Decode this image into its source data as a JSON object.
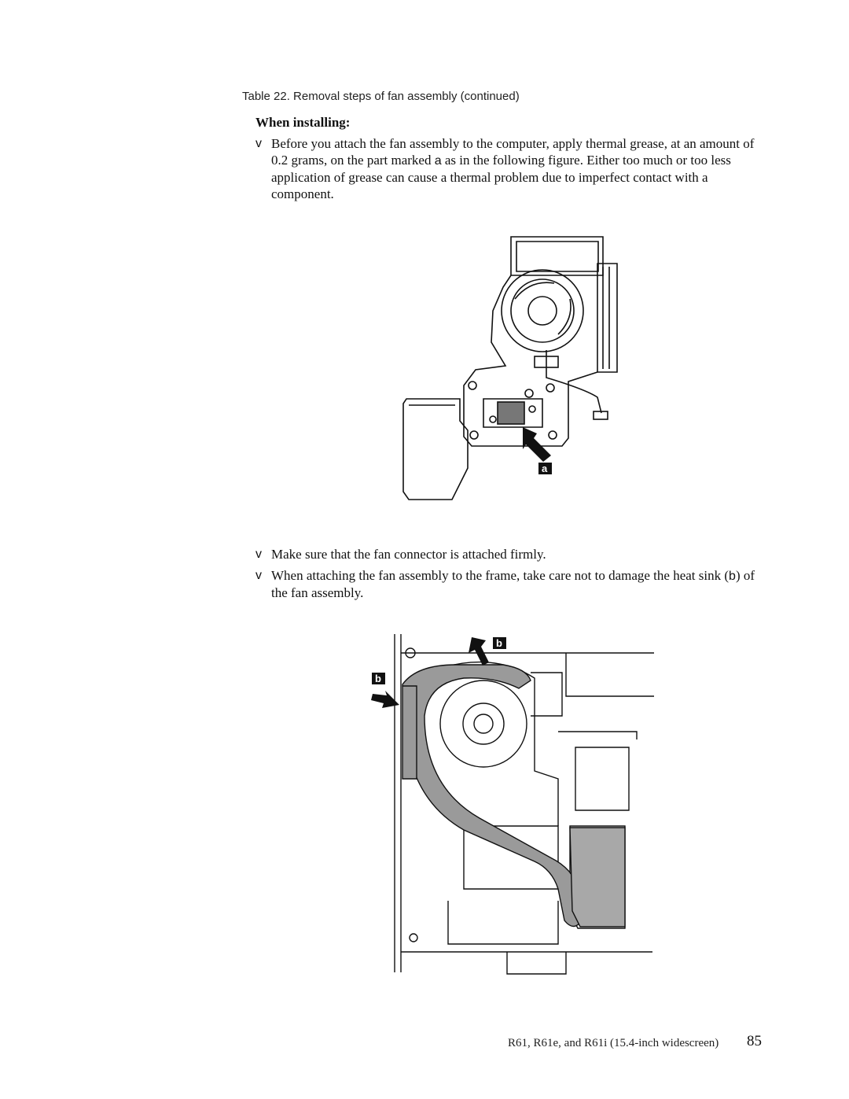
{
  "caption": "Table 22. Removal steps of fan assembly (continued)",
  "heading": "When installing:",
  "bullet_mark": "v",
  "bullets": [
    {
      "before": "Before you attach the fan assembly to the computer, apply thermal grease, at an amount of 0.2 grams, on the part marked ",
      "ref": "a",
      "after": " as in the following figure. Either too much or too less application of grease can cause a thermal problem due to imperfect contact with a component."
    },
    {
      "text": "Make sure that the fan connector is attached firmly."
    },
    {
      "before": "When attaching the fan assembly to the frame, take care not to damage the heat sink (",
      "ref": "b",
      "after": ") of the fan assembly."
    }
  ],
  "figure1": {
    "label": "a"
  },
  "figure2": {
    "label_top": "b",
    "label_left": "b"
  },
  "footer": {
    "model": "R61, R61e, and R61i (15.4-inch widescreen)",
    "page": "85"
  }
}
